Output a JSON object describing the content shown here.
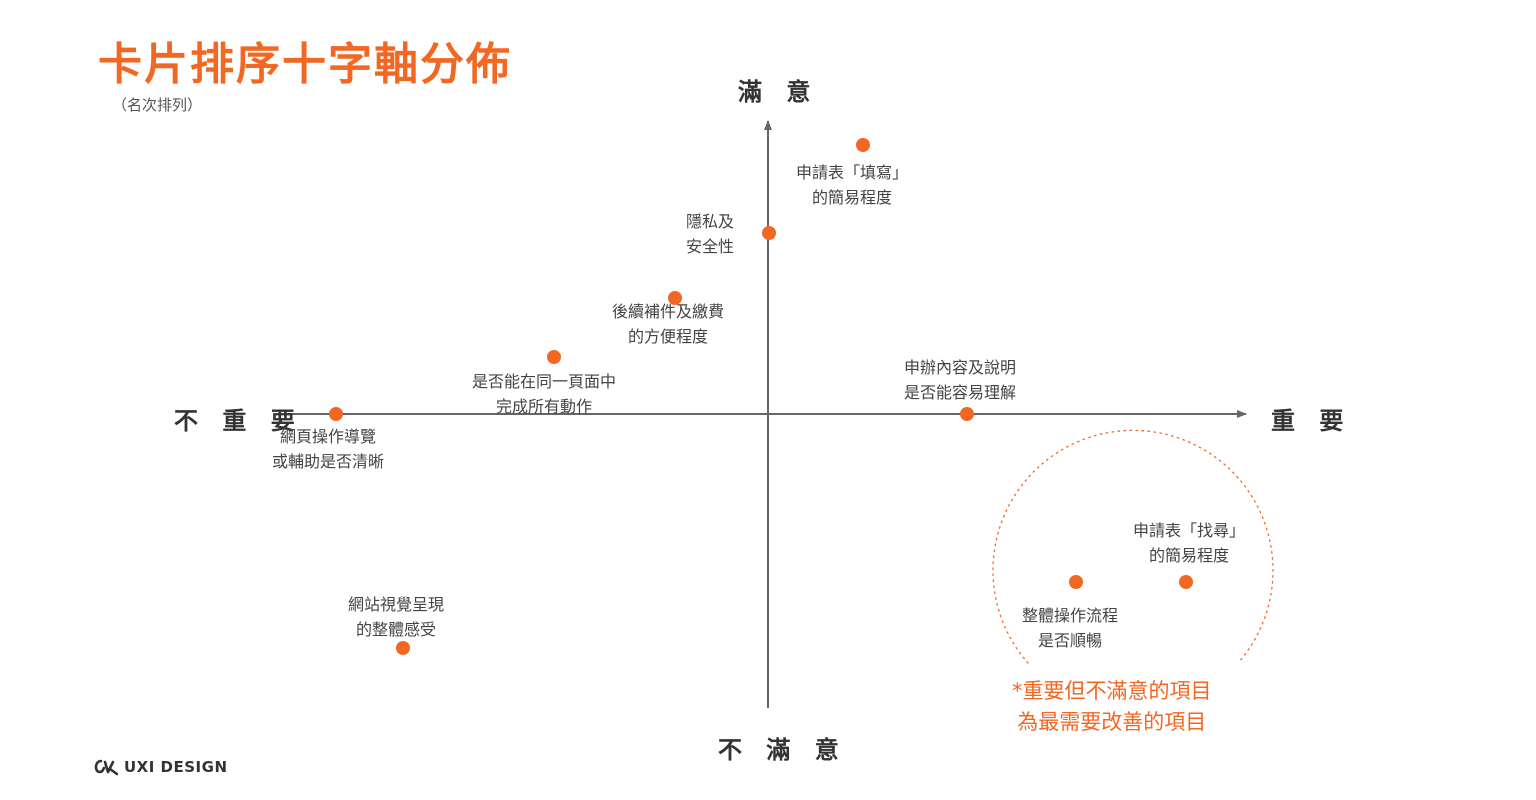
{
  "title": "卡片排序十字軸分佈",
  "subtitle": "（名次排列）",
  "axes": {
    "top": "滿 意",
    "bottom": "不 滿 意",
    "left": "不 重 要",
    "right": "重 要"
  },
  "points": [
    {
      "label_line1": "申請表「填寫」",
      "label_line2": "的簡易程度"
    },
    {
      "label_line1": "隱私及",
      "label_line2": "安全性"
    },
    {
      "label_line1": "後續補件及繳費",
      "label_line2": "的方便程度"
    },
    {
      "label_line1": "是否能在同一頁面中",
      "label_line2": "完成所有動作"
    },
    {
      "label_line1": "申辦內容及說明",
      "label_line2": "是否能容易理解"
    },
    {
      "label_line1": "網頁操作導覽",
      "label_line2": "或輔助是否清晰"
    },
    {
      "label_line1": "申請表「找尋」",
      "label_line2": "的簡易程度"
    },
    {
      "label_line1": "整體操作流程",
      "label_line2": "是否順暢"
    },
    {
      "label_line1": "網站視覺呈現",
      "label_line2": "的整體感受"
    }
  ],
  "note": {
    "line1": "*重要但不滿意的項目",
    "line2": "為最需要改善的項目"
  },
  "logo": {
    "text": "UXI DESIGN",
    "icon": "uxi-logo-mark"
  },
  "colors": {
    "accent": "#f26722",
    "axis": "#666666",
    "text": "#444444"
  }
}
